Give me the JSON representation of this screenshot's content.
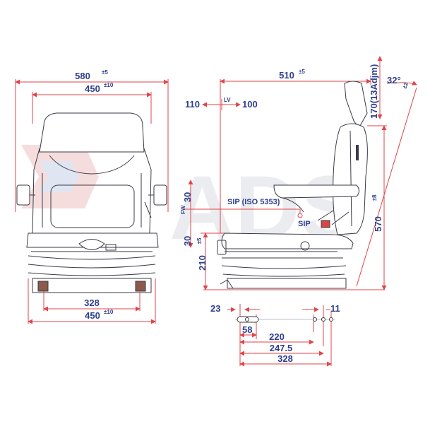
{
  "watermark": {
    "text": "ADS"
  },
  "front_view": {
    "overall_width": "580",
    "overall_width_tol": "±5",
    "width": "450",
    "width_tol": "±10",
    "base_inner_width": "328",
    "base_width": "450",
    "base_width_tol": "±10"
  },
  "side_view": {
    "depth": "510",
    "depth_tol": "±5",
    "backrest_adjust": "170(13Adjm)",
    "angle": "32°",
    "angle_tol": "±2",
    "fore_aft_left": "110",
    "lv_label": "LV",
    "fore_aft_right": "100",
    "sip_iso_label": "SIP (ISO 5353)",
    "sip_label": "SIP",
    "fw_label": "FW",
    "up_travel": "30",
    "down_travel": "30",
    "seat_height": "210",
    "seat_height_tol": "±5",
    "overall_height": "570",
    "overall_height_tol": "±8"
  },
  "mounting": {
    "left_offset": "23",
    "right_offset": "11",
    "slot_spacing": "58",
    "hole_220": "220",
    "hole_247": "247.5",
    "hole_328": "328"
  }
}
